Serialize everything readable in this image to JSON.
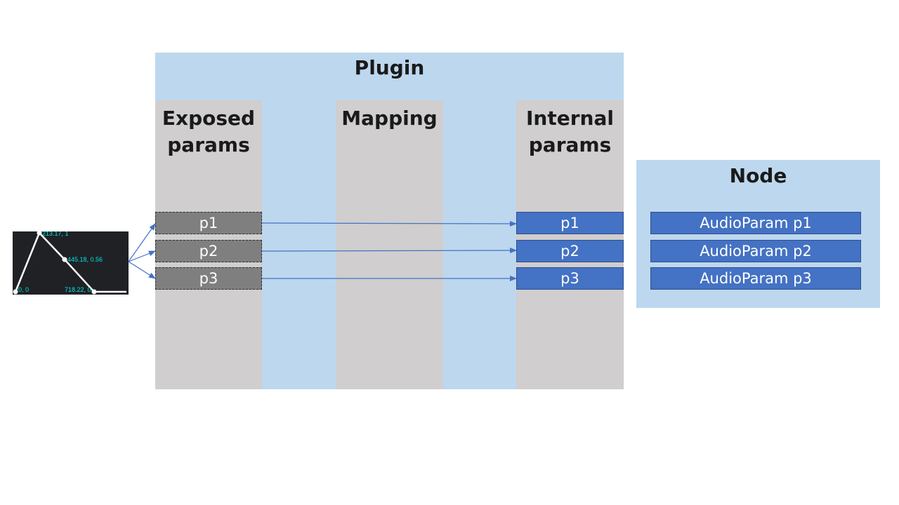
{
  "plugin": {
    "title": "Plugin",
    "columns": {
      "exposed": "Exposed\nparams",
      "mapping": "Mapping",
      "internal": "Internal\nparams"
    },
    "exposed_params": [
      "p1",
      "p2",
      "p3"
    ],
    "internal_params": [
      "p1",
      "p2",
      "p3"
    ]
  },
  "node": {
    "title": "Node",
    "audio_params": [
      "AudioParam p1",
      "AudioParam p2",
      "AudioParam p3"
    ]
  },
  "envelope": {
    "point_labels": [
      "0, 0",
      "213.17, 1",
      "445.18, 0.56",
      "718.22, 0"
    ]
  },
  "colors": {
    "plugin_bg": "#bdd7ee",
    "column_bg": "#d0cece",
    "exposed_param": "#7f7f7f",
    "internal_param": "#4472c4",
    "arrow": "#4472c4",
    "envelope_bg": "#202124",
    "envelope_label": "#00e5e5"
  }
}
